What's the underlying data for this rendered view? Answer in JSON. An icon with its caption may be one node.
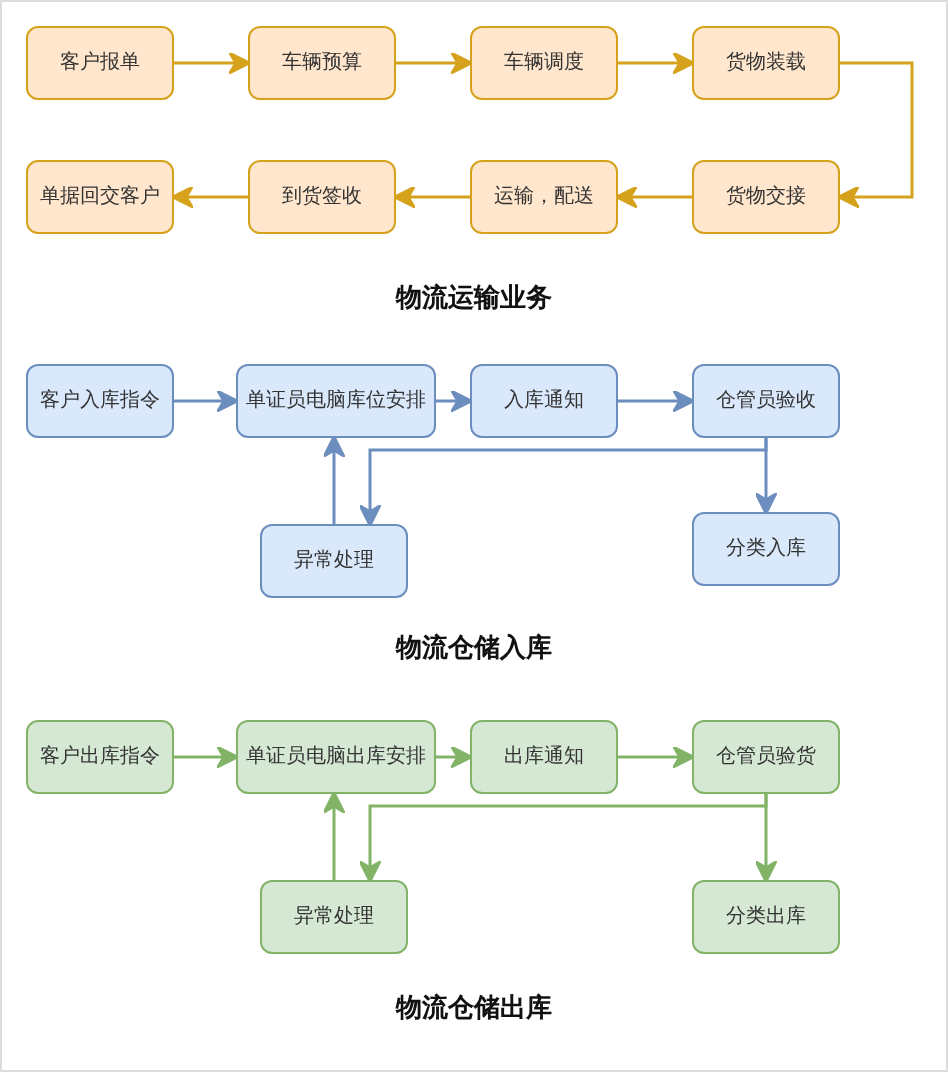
{
  "diagram": {
    "nodes": [
      {
        "text": [
          "客户报单"
        ]
      },
      {
        "text": [
          "车辆预算"
        ]
      },
      {
        "text": [
          "车辆调度"
        ]
      },
      {
        "text": [
          "货物装载"
        ]
      },
      {
        "text": [
          "单据回交客户"
        ]
      },
      {
        "text": [
          "到货签收"
        ]
      },
      {
        "text": [
          "运输，配送"
        ]
      },
      {
        "text": [
          "货物交接"
        ]
      },
      {
        "text": [
          "客户入库指令"
        ]
      },
      {
        "text": [
          "单证员电脑库位安排"
        ]
      },
      {
        "text": [
          "入库通知"
        ]
      },
      {
        "text": [
          "仓管员验收"
        ]
      },
      {
        "text": [
          "异常处理"
        ]
      },
      {
        "text": [
          "分类入库"
        ]
      },
      {
        "text": [
          "客户出库指令"
        ]
      },
      {
        "text": [
          "单证员电脑出库安排"
        ]
      },
      {
        "text": [
          "出库通知"
        ]
      },
      {
        "text": [
          "仓管员验货"
        ]
      },
      {
        "text": [
          "异常处理"
        ]
      },
      {
        "text": [
          "分类出库"
        ]
      }
    ],
    "edges": [
      {
        "from": 0,
        "to": 1,
        "arrow": "to"
      },
      {
        "from": 1,
        "to": 2,
        "arrow": "to"
      },
      {
        "from": 2,
        "to": 3,
        "arrow": "to"
      },
      {
        "from": 3,
        "to": 7,
        "arrow": "to"
      },
      {
        "from": 7,
        "to": 6,
        "arrow": "to"
      },
      {
        "from": 6,
        "to": 5,
        "arrow": "to"
      },
      {
        "from": 5,
        "to": 4,
        "arrow": "to"
      },
      {
        "from": 8,
        "to": 9,
        "arrow": "to",
        "color": "#6c8ebf"
      },
      {
        "from": 9,
        "to": 10,
        "arrow": "to",
        "color": "#6c8ebf"
      },
      {
        "from": 10,
        "to": 11,
        "arrow": "to",
        "color": "#6c8ebf"
      },
      {
        "from": 11,
        "to": 12,
        "arrow": "to",
        "color": "#6c8ebf"
      },
      {
        "from": 11,
        "to": 13,
        "arrow": "to",
        "color": "#6c8ebf"
      },
      {
        "from": 12,
        "to": 9,
        "arrow": "to",
        "color": "#6c8ebf"
      },
      {
        "from": 14,
        "to": 15,
        "arrow": "to",
        "color": "#82b366"
      },
      {
        "from": 15,
        "to": 16,
        "arrow": "to",
        "color": "#82b366"
      },
      {
        "from": 16,
        "to": 17,
        "arrow": "to",
        "color": "#82b366"
      },
      {
        "from": 17,
        "to": 18,
        "arrow": "to",
        "color": "#82b366"
      },
      {
        "from": 17,
        "to": 19,
        "arrow": "to",
        "color": "#82b366"
      },
      {
        "from": 18,
        "to": 15,
        "arrow": "to",
        "color": "#82b366"
      }
    ],
    "labels": [
      "物流运输业务",
      "物流仓储入库",
      "物流仓储出库"
    ]
  }
}
